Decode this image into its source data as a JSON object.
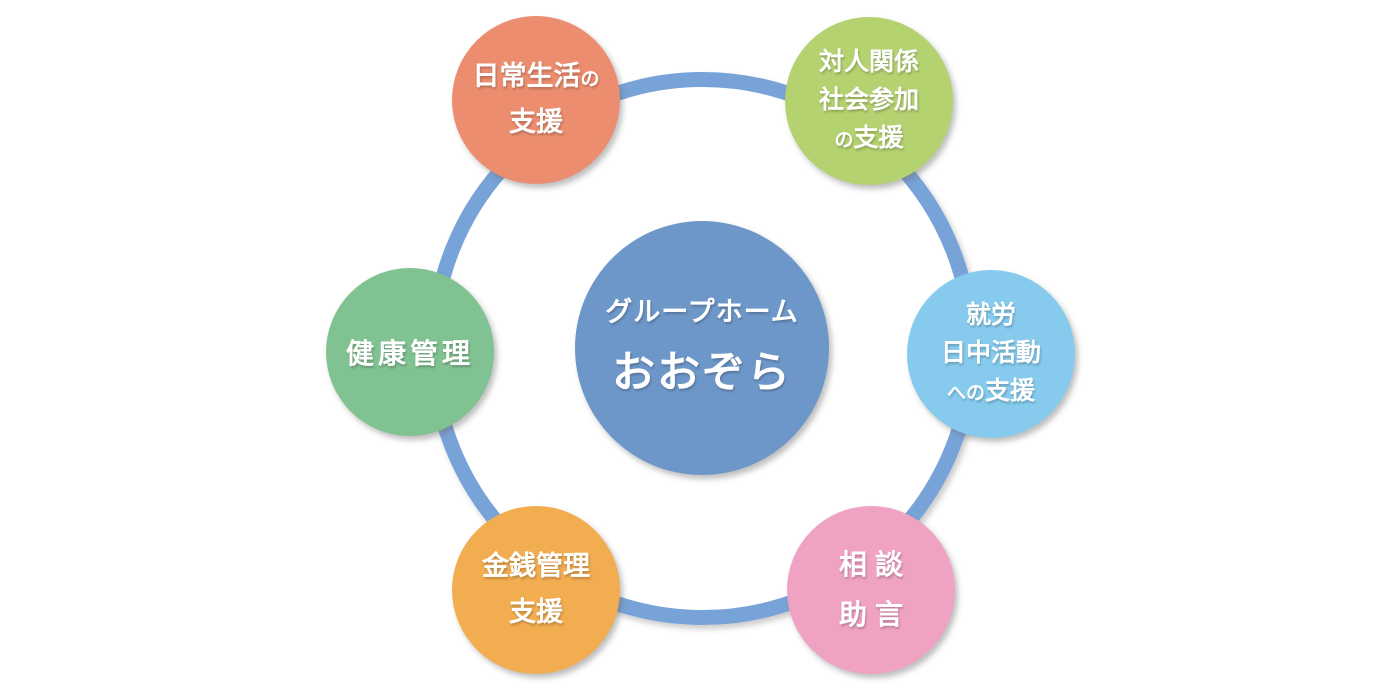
{
  "center_circle": {
    "line1": "グループホーム",
    "line2": "おおぞら"
  },
  "circles": {
    "daily_life": {
      "line1_main": "日常生活",
      "line1_small": "の",
      "line2": "支援"
    },
    "social": {
      "line1": "対人関係",
      "line2": "社会参加",
      "line3_small": "の",
      "line3_main": "支援"
    },
    "health": {
      "line1": "健康管理"
    },
    "work": {
      "line1": "就労",
      "line2": "日中活動",
      "line3_small": "への",
      "line3_main": "支援"
    },
    "money": {
      "line1": "金銭管理",
      "line2": "支援"
    },
    "consult": {
      "line1": "相談",
      "line2": "助言"
    }
  },
  "colors": {
    "center": "#6e97c9",
    "ring": "#78a3d8",
    "daily_life": "#ec8d6f",
    "social": "#b5d271",
    "health": "#80c292",
    "work": "#86cbee",
    "money": "#f2ad50",
    "consult": "#f0a2c3",
    "text": "#ffffff"
  }
}
